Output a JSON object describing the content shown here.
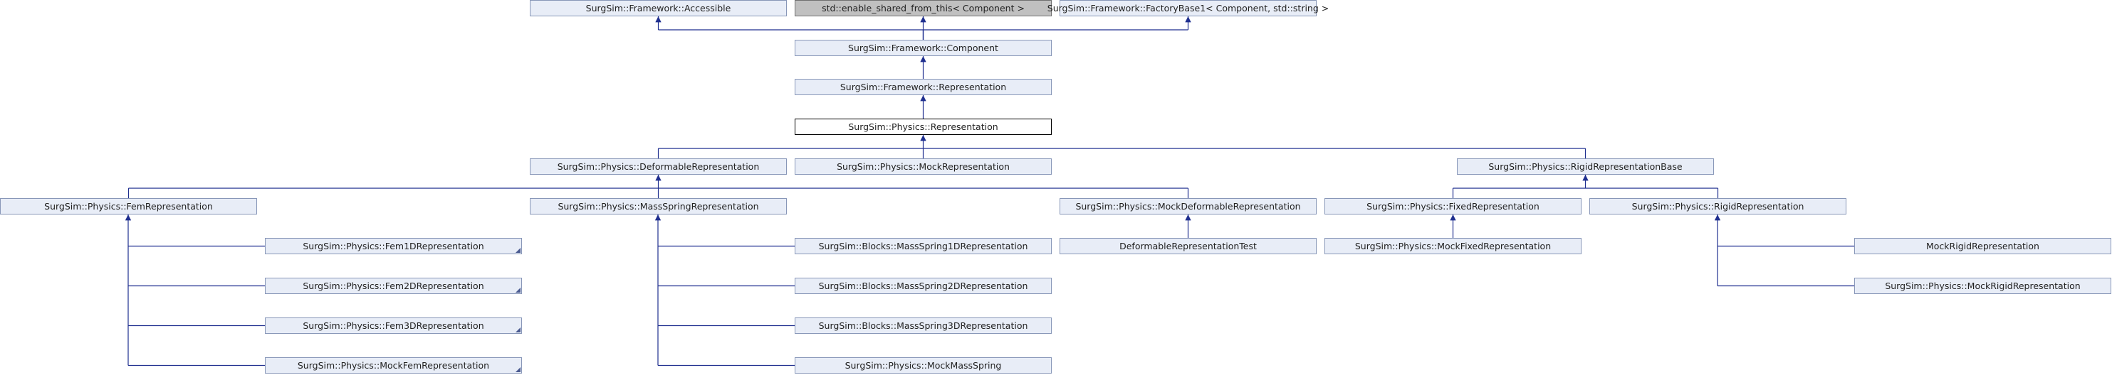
{
  "colors": {
    "edge": "#1f2f8f",
    "node_fill": "#e8edf7",
    "node_border": "#8897b8",
    "external_fill": "#c0c0c0"
  },
  "nodes": [
    {
      "id": "accessible",
      "label": "SurgSim::Framework::Accessible",
      "kind": "normal"
    },
    {
      "id": "enable-shared",
      "label": "std::enable_shared_from_this< Component >",
      "kind": "external"
    },
    {
      "id": "factorybase1",
      "label": "SurgSim::Framework::FactoryBase1< Component, std::string >",
      "kind": "normal"
    },
    {
      "id": "component",
      "label": "SurgSim::Framework::Component",
      "kind": "normal"
    },
    {
      "id": "fw-representation",
      "label": "SurgSim::Framework::Representation",
      "kind": "normal"
    },
    {
      "id": "physics-representation",
      "label": "SurgSim::Physics::Representation",
      "kind": "current"
    },
    {
      "id": "deformable-representation",
      "label": "SurgSim::Physics::DeformableRepresentation",
      "kind": "normal"
    },
    {
      "id": "mock-representation",
      "label": "SurgSim::Physics::MockRepresentation",
      "kind": "normal"
    },
    {
      "id": "rigid-representation-base",
      "label": "SurgSim::Physics::RigidRepresentationBase",
      "kind": "normal"
    },
    {
      "id": "fem-representation",
      "label": "SurgSim::Physics::FemRepresentation",
      "kind": "normal"
    },
    {
      "id": "mass-spring-representation",
      "label": "SurgSim::Physics::MassSpringRepresentation",
      "kind": "normal"
    },
    {
      "id": "mock-deformable-representation",
      "label": "SurgSim::Physics::MockDeformableRepresentation",
      "kind": "normal"
    },
    {
      "id": "fixed-representation",
      "label": "SurgSim::Physics::FixedRepresentation",
      "kind": "normal"
    },
    {
      "id": "rigid-representation",
      "label": "SurgSim::Physics::RigidRepresentation",
      "kind": "normal"
    },
    {
      "id": "fem1d",
      "label": "SurgSim::Physics::Fem1DRepresentation",
      "kind": "normal",
      "more": true
    },
    {
      "id": "fem2d",
      "label": "SurgSim::Physics::Fem2DRepresentation",
      "kind": "normal",
      "more": true
    },
    {
      "id": "fem3d",
      "label": "SurgSim::Physics::Fem3DRepresentation",
      "kind": "normal",
      "more": true
    },
    {
      "id": "mock-fem",
      "label": "SurgSim::Physics::MockFemRepresentation",
      "kind": "normal",
      "more": true
    },
    {
      "id": "massspring1d",
      "label": "SurgSim::Blocks::MassSpring1DRepresentation",
      "kind": "normal"
    },
    {
      "id": "massspring2d",
      "label": "SurgSim::Blocks::MassSpring2DRepresentation",
      "kind": "normal"
    },
    {
      "id": "massspring3d",
      "label": "SurgSim::Blocks::MassSpring3DRepresentation",
      "kind": "normal"
    },
    {
      "id": "mock-mass-spring",
      "label": "SurgSim::Physics::MockMassSpring",
      "kind": "normal"
    },
    {
      "id": "deformable-representation-test",
      "label": "DeformableRepresentationTest",
      "kind": "normal"
    },
    {
      "id": "mock-fixed-representation",
      "label": "SurgSim::Physics::MockFixedRepresentation",
      "kind": "normal"
    },
    {
      "id": "mock-rigid-representation-plain",
      "label": "MockRigidRepresentation",
      "kind": "normal"
    },
    {
      "id": "mock-rigid-representation",
      "label": "SurgSim::Physics::MockRigidRepresentation",
      "kind": "normal"
    }
  ],
  "edges": [
    {
      "from": "component",
      "to": "accessible"
    },
    {
      "from": "component",
      "to": "enable-shared"
    },
    {
      "from": "component",
      "to": "factorybase1"
    },
    {
      "from": "fw-representation",
      "to": "component"
    },
    {
      "from": "physics-representation",
      "to": "fw-representation"
    },
    {
      "from": "deformable-representation",
      "to": "physics-representation"
    },
    {
      "from": "mock-representation",
      "to": "physics-representation"
    },
    {
      "from": "rigid-representation-base",
      "to": "physics-representation"
    },
    {
      "from": "fem-representation",
      "to": "deformable-representation"
    },
    {
      "from": "mass-spring-representation",
      "to": "deformable-representation"
    },
    {
      "from": "mock-deformable-representation",
      "to": "deformable-representation"
    },
    {
      "from": "fixed-representation",
      "to": "rigid-representation-base"
    },
    {
      "from": "rigid-representation",
      "to": "rigid-representation-base"
    },
    {
      "from": "fem1d",
      "to": "fem-representation"
    },
    {
      "from": "fem2d",
      "to": "fem-representation"
    },
    {
      "from": "fem3d",
      "to": "fem-representation"
    },
    {
      "from": "mock-fem",
      "to": "fem-representation"
    },
    {
      "from": "massspring1d",
      "to": "mass-spring-representation"
    },
    {
      "from": "massspring2d",
      "to": "mass-spring-representation"
    },
    {
      "from": "massspring3d",
      "to": "mass-spring-representation"
    },
    {
      "from": "mock-mass-spring",
      "to": "mass-spring-representation"
    },
    {
      "from": "deformable-representation-test",
      "to": "mock-deformable-representation"
    },
    {
      "from": "mock-fixed-representation",
      "to": "fixed-representation"
    },
    {
      "from": "mock-rigid-representation-plain",
      "to": "rigid-representation"
    },
    {
      "from": "mock-rigid-representation",
      "to": "rigid-representation"
    }
  ]
}
